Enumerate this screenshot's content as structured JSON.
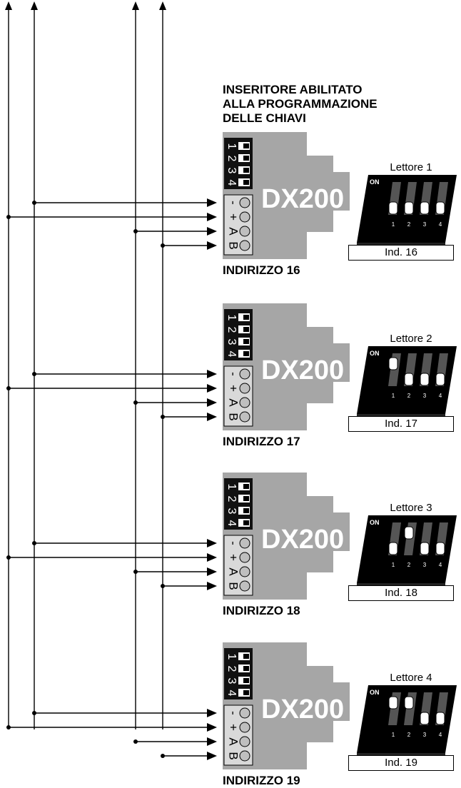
{
  "heading": {
    "line1": "INSERITORE ABILITATO",
    "line2": "ALLA PROGRAMMAZIONE",
    "line3": "DELLE CHIAVI"
  },
  "units": [
    {
      "device_label": "DX200",
      "address_label": "INDIRIZZO 16",
      "reader_title": "Lettore 1",
      "reader_index": "Ind. 16",
      "on_label": "ON",
      "dip_numbers": [
        "1",
        "2",
        "3",
        "4"
      ],
      "reader_switch_on": [
        false,
        false,
        false,
        false
      ]
    },
    {
      "device_label": "DX200",
      "address_label": "INDIRIZZO 17",
      "reader_title": "Lettore 2",
      "reader_index": "Ind. 17",
      "on_label": "ON",
      "dip_numbers": [
        "1",
        "2",
        "3",
        "4"
      ],
      "reader_switch_on": [
        true,
        false,
        false,
        false
      ]
    },
    {
      "device_label": "DX200",
      "address_label": "INDIRIZZO 18",
      "reader_title": "Lettore 3",
      "reader_index": "Ind. 18",
      "on_label": "ON",
      "dip_numbers": [
        "1",
        "2",
        "3",
        "4"
      ],
      "reader_switch_on": [
        false,
        true,
        false,
        false
      ]
    },
    {
      "device_label": "DX200",
      "address_label": "INDIRIZZO 19",
      "reader_title": "Lettore 4",
      "reader_index": "Ind. 19",
      "on_label": "ON",
      "dip_numbers": [
        "1",
        "2",
        "3",
        "4"
      ],
      "reader_switch_on": [
        true,
        true,
        false,
        false
      ]
    }
  ],
  "terminal_labels": [
    "-",
    "+",
    "A",
    "B"
  ],
  "colors": {
    "device": "#a6a6a6",
    "terminal_block": "#d9d9d9",
    "dip_body": "#111111"
  }
}
